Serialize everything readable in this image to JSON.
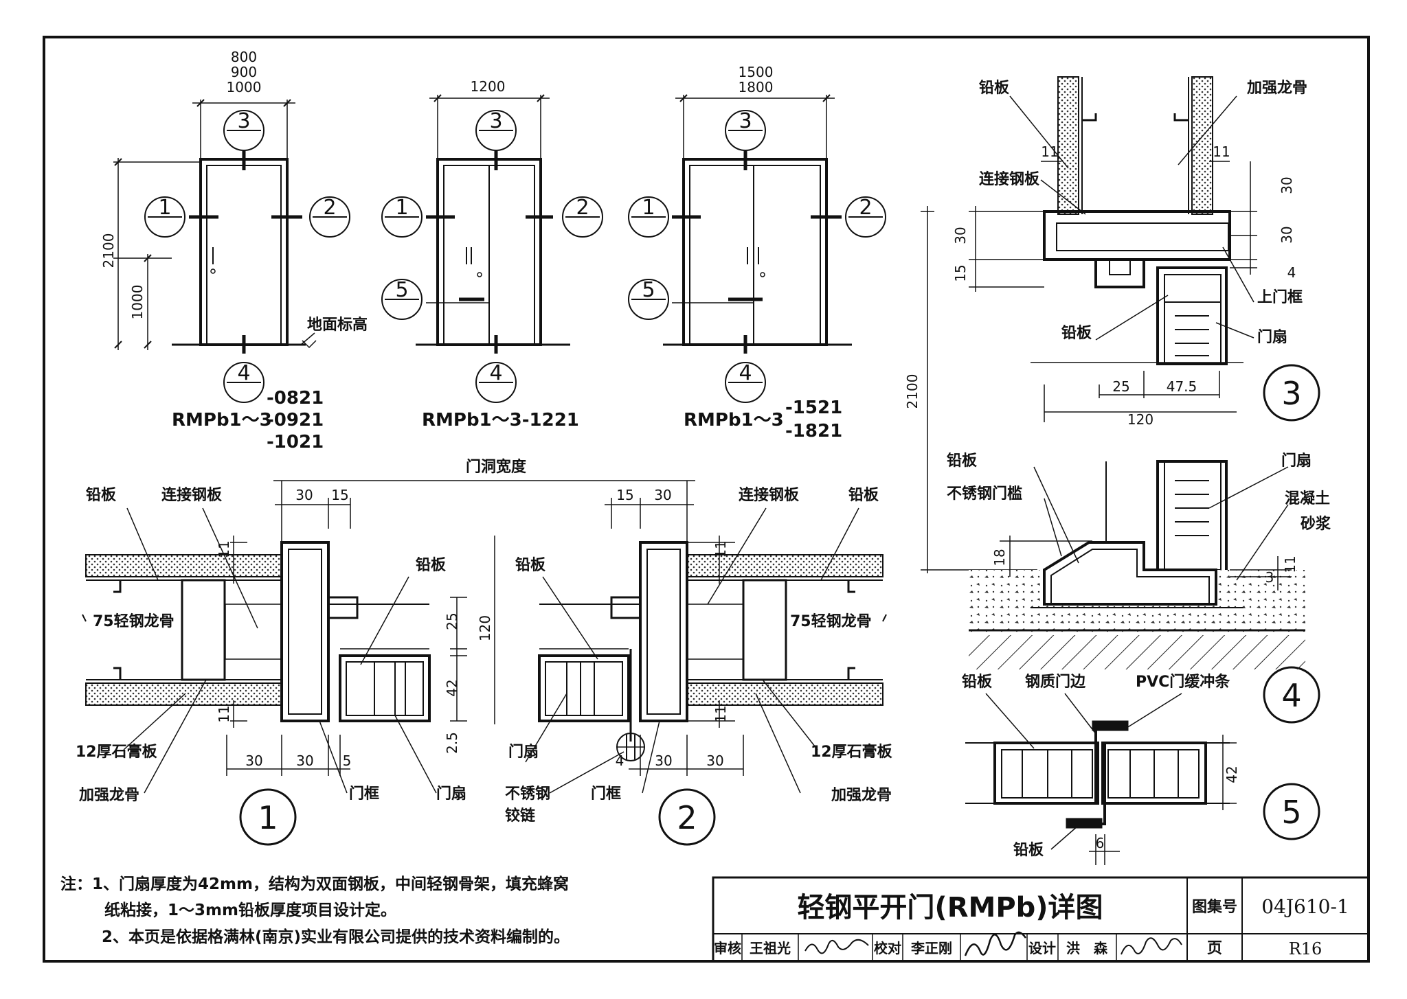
{
  "door_elevations": [
    {
      "widths": [
        "800",
        "900",
        "1000"
      ],
      "height": "2100",
      "handle": "1000",
      "floor_label": "地面标高",
      "model_prefix": "RMPb1～3",
      "models": [
        "-0821",
        "-0921",
        "-1021"
      ]
    },
    {
      "widths": [
        "1200"
      ],
      "model": "RMPb1～3-1221"
    },
    {
      "widths": [
        "1500",
        "1800"
      ],
      "model_prefix": "RMPb1～3",
      "models": [
        "-1521",
        "-1821"
      ]
    }
  ],
  "section_marks": [
    "1",
    "2",
    "3",
    "4",
    "5"
  ],
  "details": {
    "d1": {
      "labels": {
        "lead": "铅板",
        "steel": "连接钢板",
        "stud": "75轻钢龙骨",
        "gyp": "12厚石膏板",
        "reinf": "加强龙骨",
        "frame": "门框",
        "leaf": "门扇",
        "lead2": "铅板"
      },
      "dims": {
        "a": "30",
        "b": "15",
        "c": "11",
        "d": "11",
        "e": "25",
        "f": "42",
        "g": "120",
        "h": "2.5",
        "w1": "30",
        "w2": "30",
        "w3": "5"
      }
    },
    "d2": {
      "labels": {
        "lead": "铅板",
        "steel": "连接钢板",
        "stud": "75轻钢龙骨",
        "gyp": "12厚石膏板",
        "reinf": "加强龙骨",
        "frame": "门框",
        "leaf": "门扇",
        "hinge1": "不锈钢",
        "hinge2": "铰链",
        "lead2": "铅板"
      },
      "dims": {
        "a": "15",
        "b": "30",
        "c": "11",
        "d": "11",
        "w1": "4",
        "w2": "30",
        "w3": "30"
      }
    },
    "opening_width": "门洞宽度",
    "d3": {
      "labels": {
        "lead": "铅板",
        "reinf": "加强龙骨",
        "steel": "连接钢板",
        "top_frame": "上门框",
        "lead2": "铅板",
        "leaf": "门扇"
      },
      "dims": {
        "a": "11",
        "b": "11",
        "c": "30",
        "d": "30",
        "e": "30",
        "f": "15",
        "g": "4",
        "h": "25",
        "i": "47.5",
        "j": "120",
        "k": "2100"
      }
    },
    "d4": {
      "labels": {
        "lead": "铅板",
        "leaf": "门扇",
        "sill": "不锈钢门槛",
        "concrete": "混凝土",
        "mortar": "砂浆"
      },
      "dims": {
        "a": "18",
        "b": "11",
        "c": "3"
      }
    },
    "d5": {
      "labels": {
        "lead": "铅板",
        "edge": "钢质门边",
        "pvc": "PVC门缓冲条",
        "lead2": "铅板"
      },
      "dims": {
        "a": "42",
        "b": "6"
      }
    }
  },
  "notes": {
    "line1": "注：1、门扇厚度为42mm，结构为双面钢板，中间轻钢骨架，填充蜂窝",
    "line2": "纸粘接，1～3mm铅板厚度项目设计定。",
    "line3": "2、本页是依据格满林(南京)实业有限公司提供的技术资料编制的。"
  },
  "title_block": {
    "title": "轻钢平开门(RMPb)详图",
    "atlas_label": "图集号",
    "atlas_no": "04J610-1",
    "page_label": "页",
    "page_no": "R16",
    "review_label": "审核",
    "review_name": "王祖光",
    "check_label": "校对",
    "check_name": "李正刚",
    "design_label": "设计",
    "design_name": "洪　森"
  }
}
